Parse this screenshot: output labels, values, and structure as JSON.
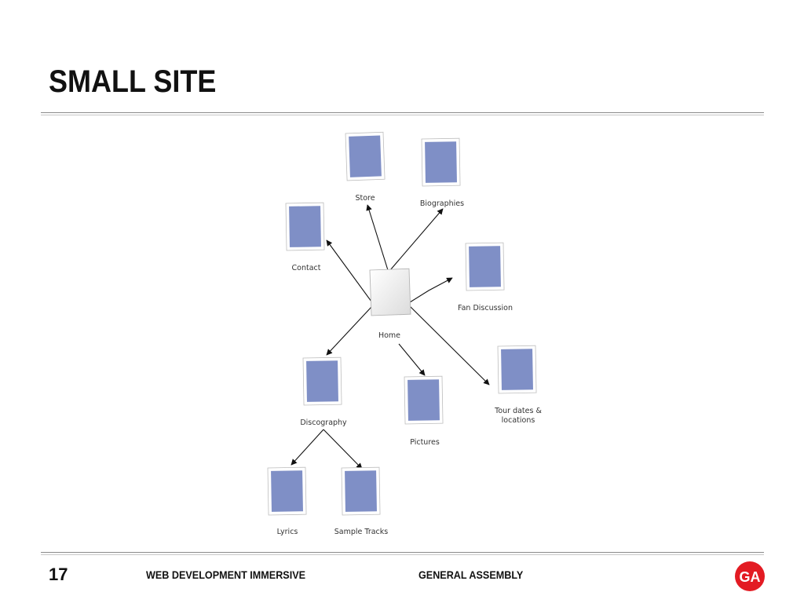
{
  "title": "SMALL SITE",
  "diagram": {
    "nodes": {
      "home": "Home",
      "store": "Store",
      "biographies": "Biographies",
      "contact": "Contact",
      "fan_discussion": "Fan Discussion",
      "discography": "Discography",
      "pictures": "Pictures",
      "tour_line1": "Tour dates &",
      "tour_line2": "locations",
      "lyrics": "Lyrics",
      "sample_tracks": "Sample Tracks"
    },
    "page_color": "#7f8fc6",
    "home_color": "#f2f2f2"
  },
  "footer": {
    "page_number": "17",
    "course": "WEB DEVELOPMENT IMMERSIVE",
    "org": "GENERAL ASSEMBLY",
    "logo_text": "GA",
    "logo_color": "#e31b23"
  }
}
